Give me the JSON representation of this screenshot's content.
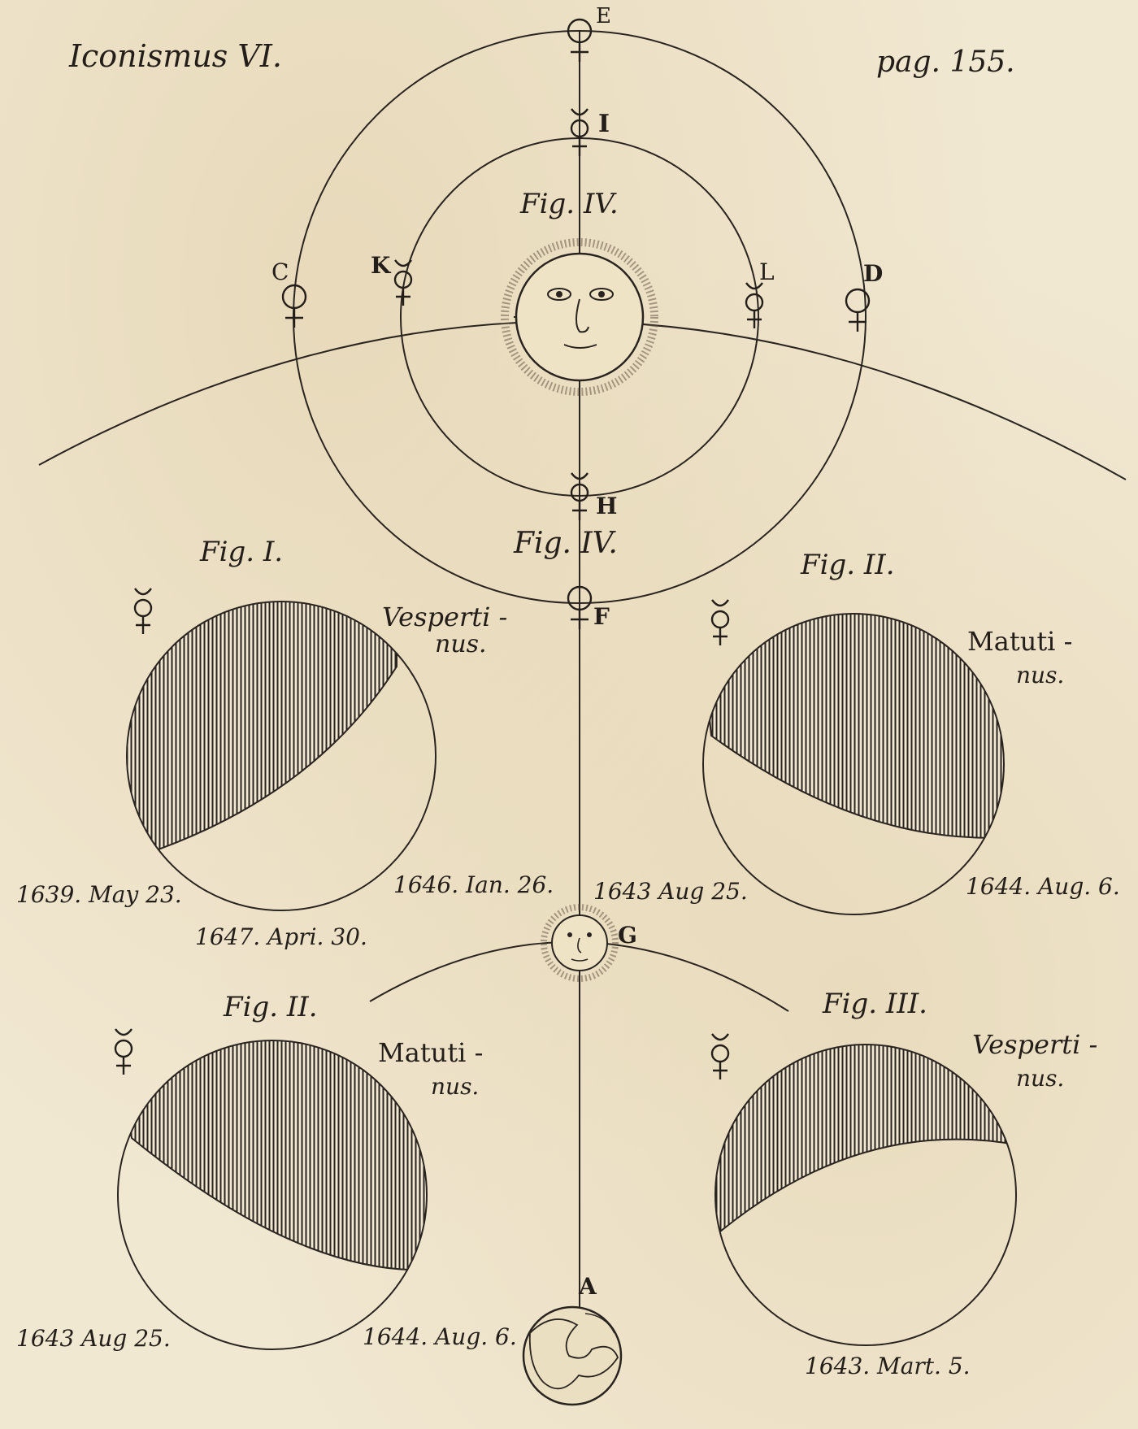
{
  "header": {
    "title": "Iconismus VI.",
    "page": "pag. 155."
  },
  "fig4": {
    "label_top": "Fig. IV.",
    "label_bottom": "Fig. IV.",
    "points": {
      "E": "E",
      "I": "I",
      "C": "C",
      "K": "K",
      "L": "L",
      "D": "D",
      "H": "H",
      "F": "F"
    }
  },
  "sun_lower": {
    "label": "G"
  },
  "earth": {
    "label": "A"
  },
  "figs": {
    "fig1": {
      "label": "Fig. I.",
      "phase_line1": "Vesperti -",
      "phase_line2": "nus.",
      "date_left": "1639. May 23.",
      "date_right": "1646. Ian. 26.",
      "date_bottom": "1647. Apri. 30."
    },
    "fig2_upper": {
      "label": "Fig. II.",
      "phase_line1": "Matuti -",
      "phase_line2": "nus.",
      "date_left": "1643 Aug 25.",
      "date_right": "1644. Aug. 6."
    },
    "fig2_lower": {
      "label": "Fig. II.",
      "phase_line1": "Matuti -",
      "phase_line2": "nus.",
      "date_left": "1643 Aug 25.",
      "date_right": "1644. Aug. 6."
    },
    "fig3": {
      "label": "Fig. III.",
      "phase_line1": "Vesperti -",
      "phase_line2": "nus.",
      "date_bottom": "1643. Mart. 5."
    }
  },
  "colors": {
    "paper": "#f1e8d2",
    "ink": "#2a2420"
  }
}
